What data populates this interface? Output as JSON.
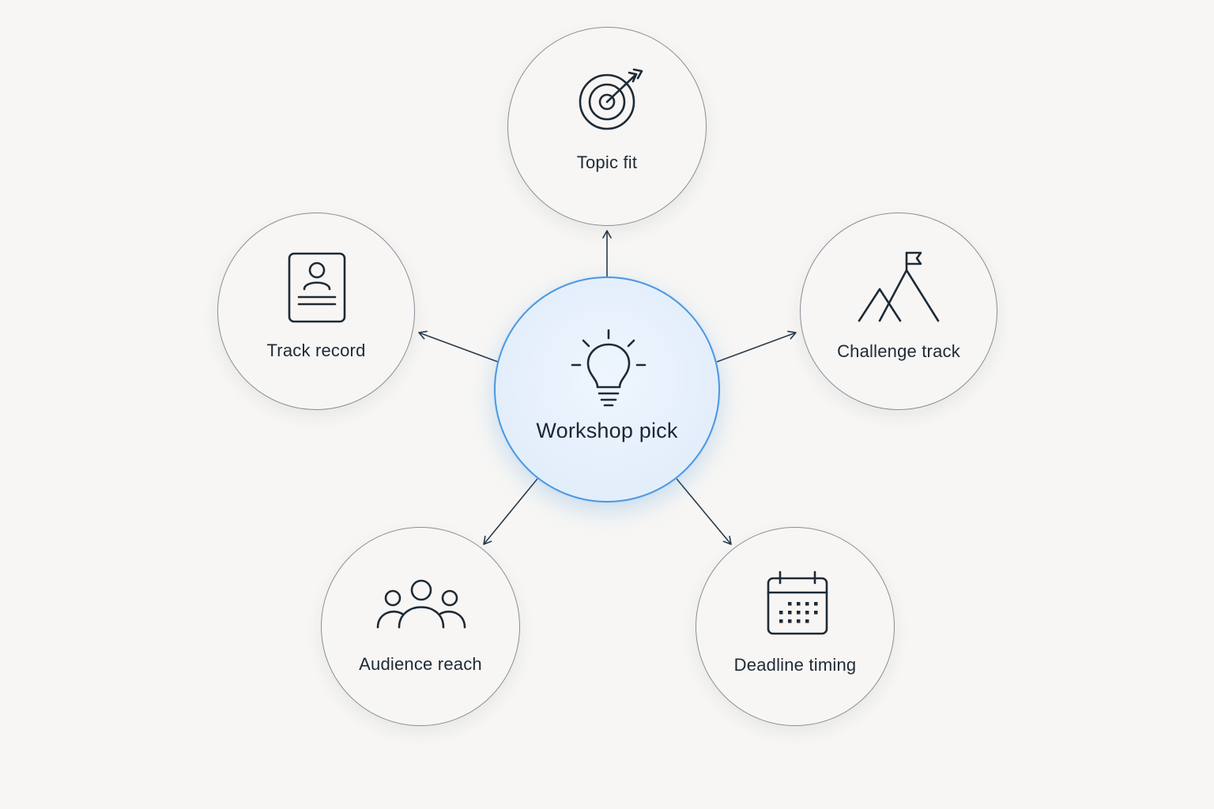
{
  "diagram": {
    "center": {
      "label": "Workshop pick",
      "icon": "lightbulb-icon"
    },
    "nodes": [
      {
        "id": "topic-fit",
        "label": "Topic fit",
        "icon": "target-icon"
      },
      {
        "id": "track-record",
        "label": "Track record",
        "icon": "id-card-icon"
      },
      {
        "id": "challenge-track",
        "label": "Challenge track",
        "icon": "mountain-flag-icon"
      },
      {
        "id": "audience-reach",
        "label": "Audience reach",
        "icon": "people-group-icon"
      },
      {
        "id": "deadline-timing",
        "label": "Deadline timing",
        "icon": "calendar-icon"
      }
    ],
    "colors": {
      "background": "#f7f6f4",
      "node_border": "#8a8f96",
      "center_border": "#4a97e2",
      "center_fill": "#e3eefb",
      "arrow": "#2a3a4a",
      "text": "#1e2a36"
    }
  }
}
